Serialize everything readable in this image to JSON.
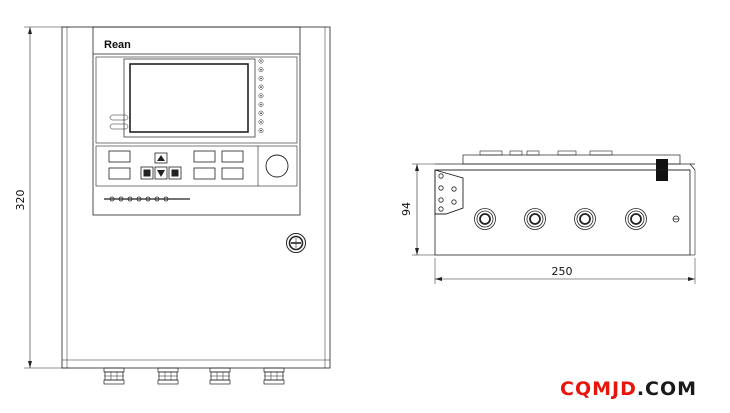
{
  "front_view": {
    "brand": "Rean",
    "height_dimension": "320",
    "indicator_labels": [
      "",
      "",
      "",
      "",
      "",
      "",
      "",
      "",
      ""
    ],
    "left_indicator_labels": [
      "",
      ""
    ],
    "keypad_labels": [
      "",
      "",
      "",
      "",
      "",
      "",
      "",
      ""
    ]
  },
  "side_view": {
    "height_dimension": "94",
    "width_dimension": "250"
  },
  "watermark": {
    "text_red": "CQMJD",
    "text_dark": ".COM",
    "color_red": "#e8150c",
    "color_dark": "#1a1a1a"
  }
}
